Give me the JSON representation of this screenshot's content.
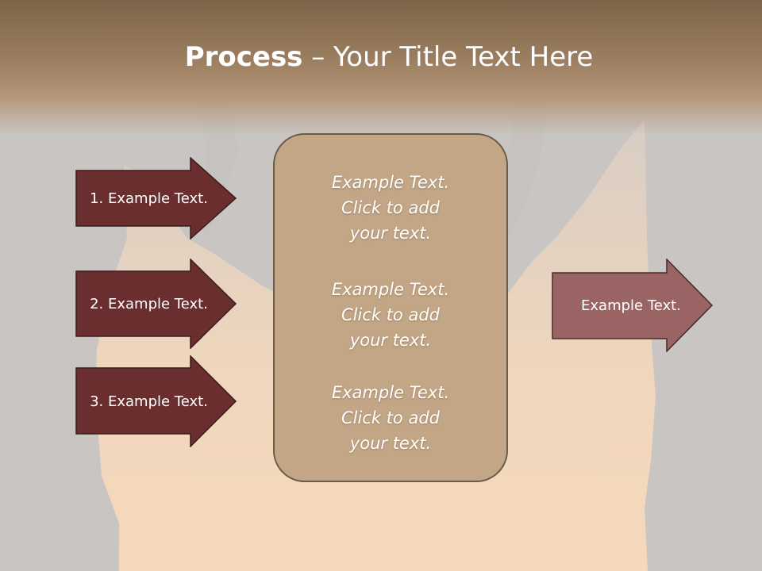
{
  "title": {
    "bold": "Process",
    "rest": " – Your Title Text Here"
  },
  "left_arrows": [
    {
      "label": "1. Example Text."
    },
    {
      "label": "2. Example Text."
    },
    {
      "label": "3. Example Text."
    }
  ],
  "center_box": {
    "paragraphs": [
      {
        "line1": "Example Text.",
        "line2": "Click  to add",
        "line3": "your text."
      },
      {
        "line1": "Example Text.",
        "line2": "Click  to add",
        "line3": "your text."
      },
      {
        "line1": "Example Text.",
        "line2": "Click  to add",
        "line3": "your text."
      }
    ]
  },
  "right_arrow": {
    "label": "Example Text."
  },
  "colors": {
    "left_arrow_fill": "#6b2e2e",
    "right_arrow_fill": "#9a6464",
    "center_fill": "#c2a686",
    "header": "#8a6e52"
  }
}
